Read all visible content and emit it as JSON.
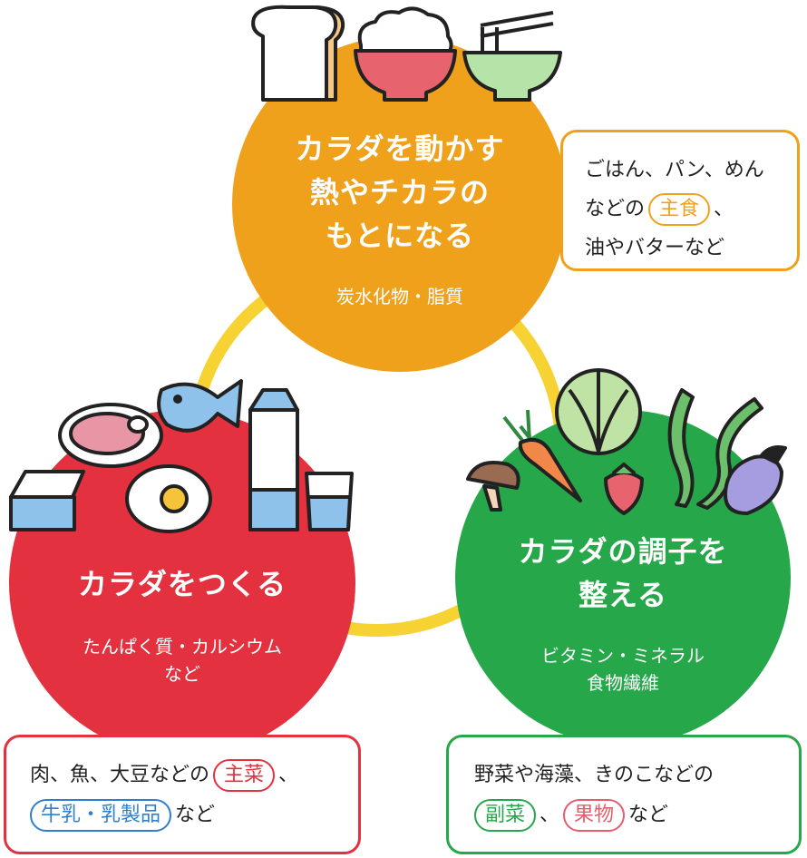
{
  "energy": {
    "title_lines": [
      "カラダを動かす",
      "熱やチカラの",
      "もとになる"
    ],
    "nutrients": "炭水化物・脂質",
    "box": {
      "line1": "ごはん、パン、めん",
      "line2_pre": "などの",
      "tag": "主食",
      "line2_post": "、",
      "line3": "油やバターなど"
    }
  },
  "body": {
    "title": "カラダをつくる",
    "nutrients_lines": [
      "たんぱく質・カルシウム",
      "など"
    ],
    "box": {
      "line1_pre": "肉、魚、大豆などの",
      "tag1": "主菜",
      "line1_post": "、",
      "tag2": "牛乳・乳製品",
      "line2_post": "など"
    }
  },
  "condition": {
    "title_lines": [
      "カラダの調子を",
      "整える"
    ],
    "nutrients_lines": [
      "ビタミン・ミネラル",
      "食物繊維"
    ],
    "box": {
      "line1": "野菜や海藻、きのこなどの",
      "tag1": "副菜",
      "sep": "、",
      "tag2": "果物",
      "line2_post": "など"
    }
  },
  "colors": {
    "orange": "#f0a11c",
    "red": "#e43140",
    "green": "#26a84a",
    "yellow_ring": "#f6d233",
    "blue": "#2f7fd0"
  }
}
